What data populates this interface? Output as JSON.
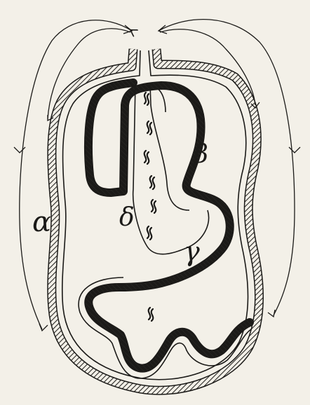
{
  "labels": {
    "alpha": "α",
    "beta": "β",
    "gamma": "γ",
    "delta": "δ"
  },
  "colors": {
    "ink": "#1b1a18",
    "paper": "#f3f0e8",
    "hatch": "#2a2926"
  },
  "icons": {
    "arrow": "arrowhead-icon",
    "flow": "flow-squiggle-icon"
  }
}
